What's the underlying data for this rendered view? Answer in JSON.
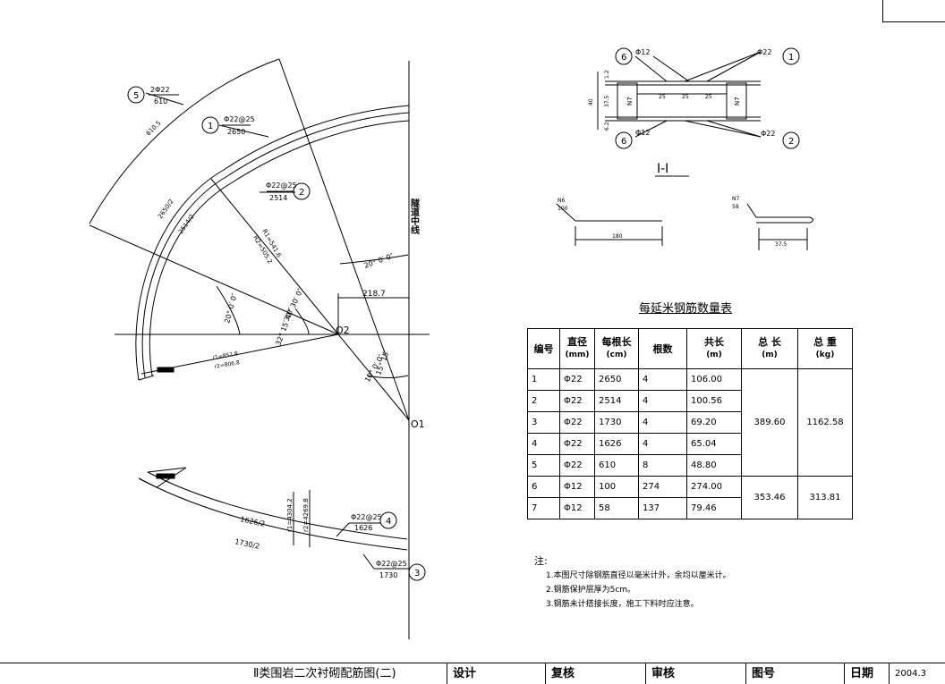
{
  "drawing": {
    "centerline_label": "隧道中线",
    "o1": "O1",
    "o2": "O2",
    "dim_218": "218.7",
    "ang_20": "20° 0′ 0″",
    "ang_20b": "20° 0′ 0″",
    "ang_30": "30° 30′ 0″",
    "ang_10": "10° 0′ 0″",
    "ang_15": "15° 15′",
    "ang_32": "32° 15′ 40″",
    "r_label_a": "R1=541.6",
    "r_label_b": "R2=505.2",
    "r_label_c": "r1=852.8",
    "r_label_d": "r2=806.8",
    "len_2650_2": "2650/2",
    "len_2514_2": "2514/2",
    "len_1626_2": "1626/2",
    "len_1730_2": "1730/2",
    "dim_r1": "r1=4304.2",
    "dim_r2": "r2=4269.8",
    "len_610": "610.5",
    "callouts": [
      {
        "num": "5",
        "spec": "2Φ22",
        "len": "610"
      },
      {
        "num": "1",
        "spec": "Φ22@25",
        "len": "2650"
      },
      {
        "num": "2",
        "spec": "Φ22@25",
        "len": "2514"
      },
      {
        "num": "4",
        "spec": "Φ22@25",
        "len": "1626"
      },
      {
        "num": "3",
        "spec": "Φ22@25",
        "len": "1730"
      }
    ]
  },
  "section": {
    "title": "I-I",
    "c6a": "6",
    "c6a_spec": "Φ12",
    "c1": "1",
    "c1_spec": "Φ22",
    "c6b": "6",
    "c6b_spec": "Φ12",
    "c2": "2",
    "c2_spec": "Φ22",
    "n7": "N7",
    "d25a": "25",
    "d25b": "25",
    "d25c": "25",
    "h40": "40",
    "h37": "37.5",
    "h12": "1.2",
    "h62": "6.2",
    "n6": "N6",
    "n6_len": "100",
    "n6_dim": "180",
    "n7b": "N7",
    "n7_len": "58",
    "n7_dim": "37.5"
  },
  "table": {
    "title": "每延米钢筋数量表",
    "headers": [
      {
        "main": "编号",
        "sub": ""
      },
      {
        "main": "直径",
        "sub": "(mm)"
      },
      {
        "main": "每根长",
        "sub": "(cm)"
      },
      {
        "main": "根数",
        "sub": ""
      },
      {
        "main": "共长",
        "sub": "(m)"
      },
      {
        "main": "总 长",
        "sub": "(m)"
      },
      {
        "main": "总 重",
        "sub": "(kg)"
      }
    ],
    "rows": [
      [
        "1",
        "Φ22",
        "2650",
        "4",
        "106.00"
      ],
      [
        "2",
        "Φ22",
        "2514",
        "4",
        "100.56"
      ],
      [
        "3",
        "Φ22",
        "1730",
        "4",
        "69.20"
      ],
      [
        "4",
        "Φ22",
        "1626",
        "4",
        "65.04"
      ],
      [
        "5",
        "Φ22",
        "610",
        "8",
        "48.80"
      ],
      [
        "6",
        "Φ12",
        "100",
        "274",
        "274.00"
      ],
      [
        "7",
        "Φ12",
        "58",
        "137",
        "79.46"
      ]
    ],
    "total_len_a": "389.60",
    "total_wt_a": "1162.58",
    "total_len_b": "353.46",
    "total_wt_b": "313.81"
  },
  "notes": {
    "heading": "注:",
    "lines": [
      "1.本图尺寸除钢筋直径以毫米计外，余均以厘米计。",
      "2.钢筋保护层厚为5cm。",
      "3.钢筋未计搭接长度，施工下料时应注意。"
    ]
  },
  "titlebar": {
    "title": "Ⅱ类围岩二次衬砌配筋图(二)",
    "design": "设计",
    "review": "复核",
    "approve": "审核",
    "drawing_no": "图号",
    "date_label": "日期",
    "date": "2004.3"
  }
}
